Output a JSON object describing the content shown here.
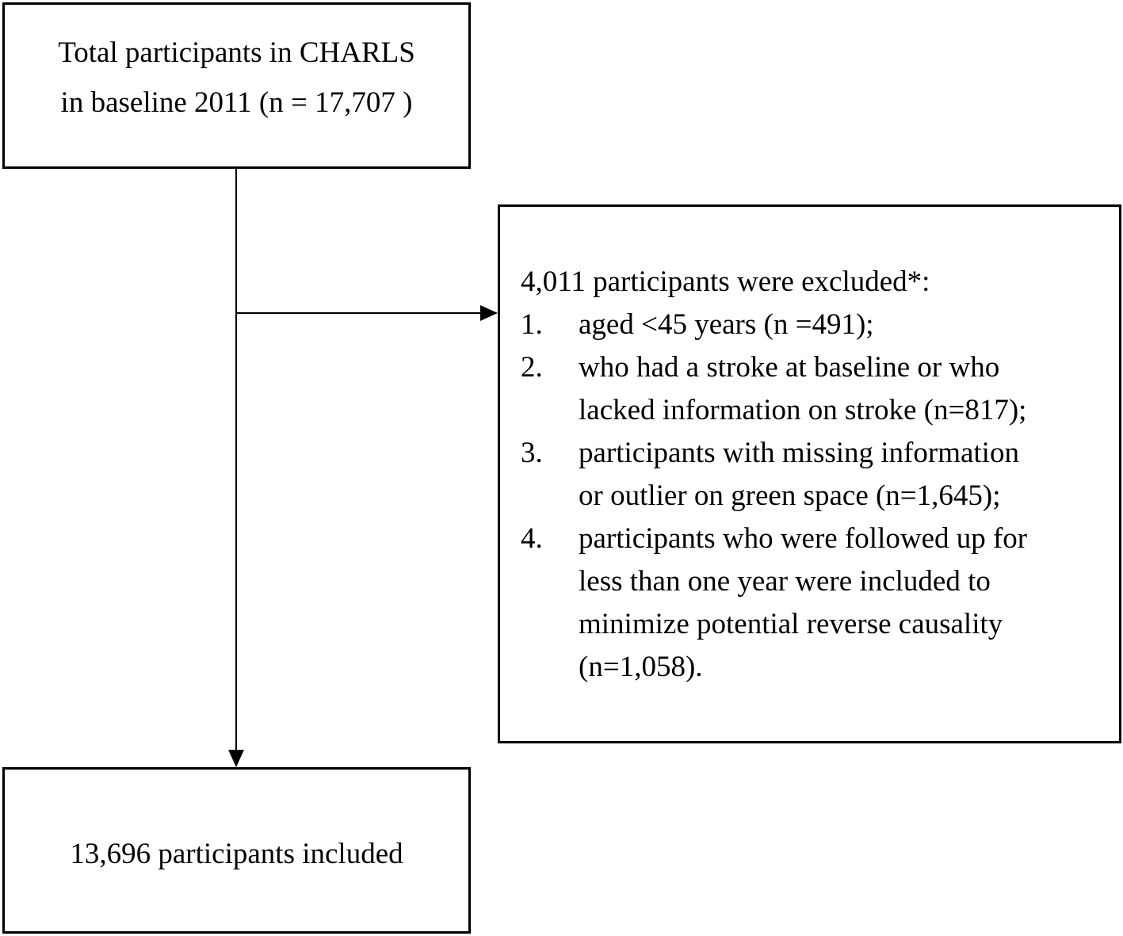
{
  "top_box": {
    "lines": [
      "Total participants in CHARLS",
      "in baseline 2011 (n = 17,707 )"
    ]
  },
  "exclusion_box": {
    "heading": "4,011 participants were excluded*:",
    "items": [
      {
        "number": "1.",
        "lines": [
          "aged <45 years (n =491);"
        ]
      },
      {
        "number": "2.",
        "lines": [
          "who had a stroke at baseline or who",
          "lacked information on stroke (n=817);"
        ]
      },
      {
        "number": "3.",
        "lines": [
          "participants with missing information",
          "or outlier on green space (n=1,645);"
        ]
      },
      {
        "number": "4.",
        "lines": [
          "participants who were followed up for",
          "less than one year were included to",
          "minimize potential reverse causality",
          "(n=1,058)."
        ]
      }
    ]
  },
  "bottom_box": {
    "lines": [
      "13,696 participants included"
    ]
  }
}
